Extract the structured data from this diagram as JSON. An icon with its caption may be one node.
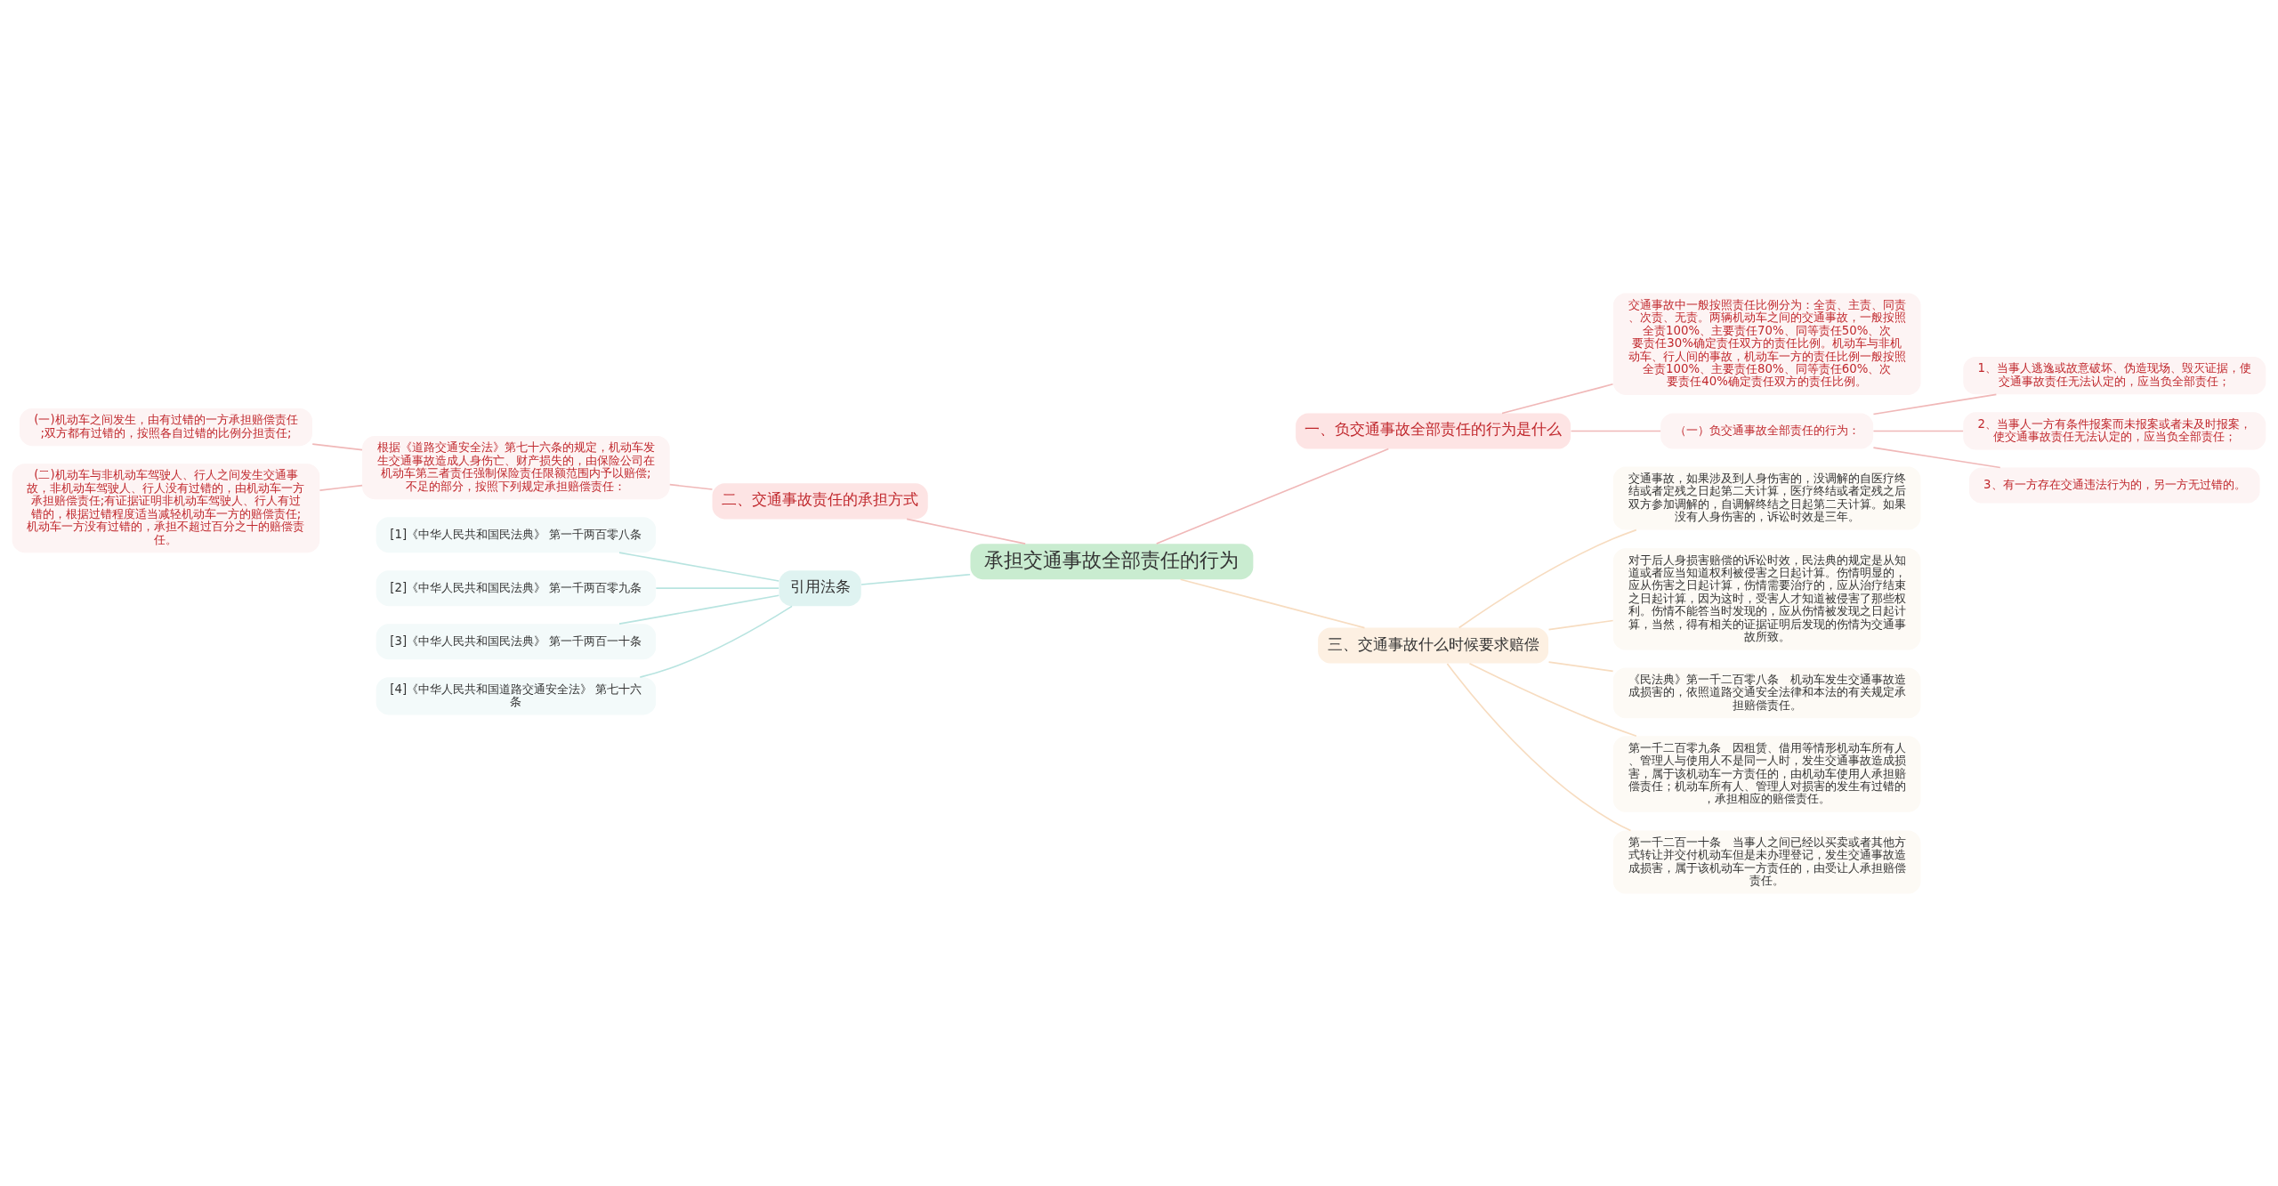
{
  "diagram": {
    "nodes": [
      {
        "text": [
          "承担交通事故全部责任的行为"
        ]
      },
      {
        "text": [
          "一、负交通事故全部责任的行为是什么"
        ]
      },
      {
        "text": [
          "交通事故中一般按照责任比例分为：全责、主责、同责、次责、无责。两辆机动车之间的交通事故，一般按照全责100%、主要责任70%、同等责任50%、次要责任30%确定责任双方的责任比例。机动车与非机动车、行人间的事故，机动车一方的责任比例一般按照全责100%、主要责任80%、同等责任60%、次要责任40%确定责任双方的责任比例。"
        ]
      },
      {
        "text": [
          "（一）负交通事故全部责任的行为："
        ]
      },
      {
        "text": [
          "1、当事人逃逸或故意破坏、伪造现场、毁灭证据，使交通事故责任无法认定的，应当负全部责任；"
        ]
      },
      {
        "text": [
          "2、当事人一方有条件报案而未报案或者未及时报案，使交通事故责任无法认定的，应当负全部责任；"
        ]
      },
      {
        "text": [
          "3、有一方存在交通违法行为的，另一方无过错的。"
        ]
      },
      {
        "text": [
          "二、交通事故责任的承担方式"
        ]
      },
      {
        "text": [
          "根据《道路交通安全法》第七十六条的规定，机动车发生交通事故造成人身伤亡、财产损失的，由保险公司在机动车第三者责任强制保险责任限额范围内予以赔偿;不足的部分，按照下列规定承担赔偿责任："
        ]
      },
      {
        "text": [
          "(一)机动车之间发生，由有过错的一方承担赔偿责任;双方都有过错的，按照各自过错的比例分担责任;"
        ]
      },
      {
        "text": [
          "(二)机动车与非机动车驾驶人、行人之间发生交通事故，非机动车驾驶人、行人没有过错的，由机动车一方承担赔偿责任;有证据证明非机动车驾驶人、行人有过错的，根据过错程度适当减轻机动车一方的赔偿责任;机动车一方没有过错的，承担不超过百分之十的赔偿责任。"
        ]
      },
      {
        "text": [
          "引用法条"
        ]
      },
      {
        "text": [
          "[1]《中华人民共和国民法典》 第一千两百零八条"
        ]
      },
      {
        "text": [
          "[2]《中华人民共和国民法典》 第一千两百零九条"
        ]
      },
      {
        "text": [
          "[3]《中华人民共和国民法典》 第一千两百一十条"
        ]
      },
      {
        "text": [
          "[4]《中华人民共和国道路交通安全法》 第七十六条"
        ]
      },
      {
        "text": [
          "三、交通事故什么时候要求赔偿"
        ]
      },
      {
        "text": [
          "交通事故，如果涉及到人身伤害的，没调解的自医疗终结或者定残之日起第二天计算，医疗终结或者定残之后双方参加调解的，自调解终结之日起第二天计算。如果没有人身伤害的，诉讼时效是三年。"
        ]
      },
      {
        "text": [
          "对于后人身损害赔偿的诉讼时效，民法典的规定是从知道或者应当知道权利被侵害之日起计算。伤情明显的，应从伤害之日起计算，伤情需要治疗的，应从治疗结束之日起计算，因为这时，受害人才知道被侵害了那些权利。伤情不能答当时发现的，应从伤情被发现之日起计算，当然，得有相关的证据证明后发现的伤情为交通事故所致。"
        ]
      },
      {
        "text": [
          "《民法典》第一千二百零八条　机动车发生交通事故造成损害的，依照道路交通安全法律和本法的有关规定承担赔偿责任。"
        ]
      },
      {
        "text": [
          "第一千二百零九条　因租赁、借用等情形机动车所有人、管理人与使用人不是同一人时，发生交通事故造成损害，属于该机动车一方责任的，由机动车使用人承担赔偿责任；机动车所有人、管理人对损害的发生有过错的，承担相应的赔偿责任。"
        ]
      },
      {
        "text": [
          "第一千二百一十条　当事人之间已经以买卖或者其他方式转让并交付机动车但是未办理登记，发生交通事故造成损害，属于该机动车一方责任的，由受让人承担赔偿责任。"
        ]
      }
    ],
    "edges": [
      {
        "from": 0,
        "to": 1,
        "arrow": "none"
      },
      {
        "from": 1,
        "to": 2,
        "arrow": "none"
      },
      {
        "from": 1,
        "to": 3,
        "arrow": "none"
      },
      {
        "from": 3,
        "to": 4,
        "arrow": "none"
      },
      {
        "from": 3,
        "to": 5,
        "arrow": "none"
      },
      {
        "from": 3,
        "to": 6,
        "arrow": "none"
      },
      {
        "from": 0,
        "to": 7,
        "arrow": "none"
      },
      {
        "from": 7,
        "to": 8,
        "arrow": "none"
      },
      {
        "from": 8,
        "to": 9,
        "arrow": "none"
      },
      {
        "from": 8,
        "to": 10,
        "arrow": "none"
      },
      {
        "from": 0,
        "to": 11,
        "arrow": "none",
        "color": "#b8e4e0"
      },
      {
        "from": 11,
        "to": 12,
        "arrow": "none",
        "color": "#b8e4e0"
      },
      {
        "from": 11,
        "to": 13,
        "arrow": "none",
        "color": "#b8e4e0"
      },
      {
        "from": 11,
        "to": 14,
        "arrow": "none",
        "color": "#b8e4e0"
      },
      {
        "from": 11,
        "to": 15,
        "arrow": "none",
        "color": "#b8e4e0"
      },
      {
        "from": 0,
        "to": 16,
        "arrow": "none",
        "color": "#f7dcc0"
      },
      {
        "from": 16,
        "to": 17,
        "arrow": "none",
        "color": "#f7dcc0"
      },
      {
        "from": 16,
        "to": 18,
        "arrow": "none",
        "color": "#f7dcc0"
      },
      {
        "from": 16,
        "to": 19,
        "arrow": "none",
        "color": "#f7dcc0"
      },
      {
        "from": 16,
        "to": 20,
        "arrow": "none",
        "color": "#f7dcc0"
      },
      {
        "from": 16,
        "to": 21,
        "arrow": "none",
        "color": "#f7dcc0"
      }
    ]
  }
}
